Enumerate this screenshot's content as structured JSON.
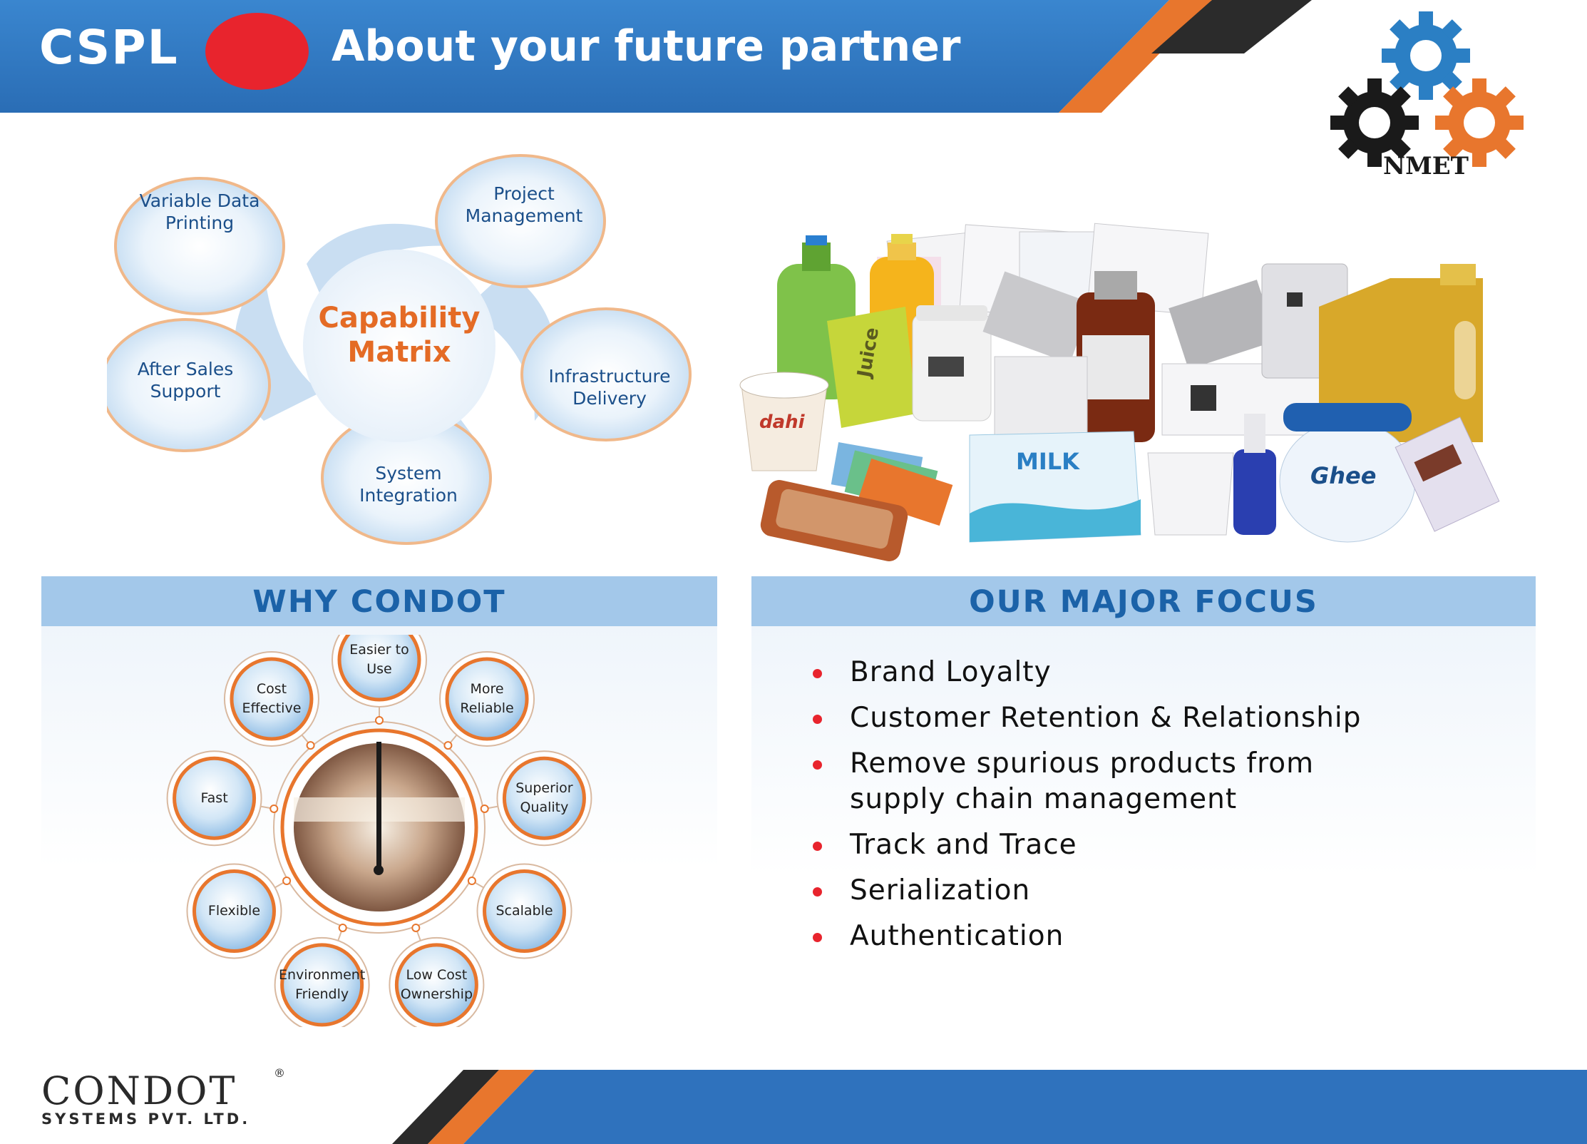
{
  "header": {
    "brand": "CSPL",
    "title": "About your future partner"
  },
  "nmet_logo": {
    "text": "NMET",
    "colors": [
      "#2b7fc4",
      "#1a1a1a",
      "#e8762d"
    ]
  },
  "capability_matrix": {
    "center": [
      "Capability",
      "Matrix"
    ],
    "petals": [
      {
        "lines": [
          "Variable Data",
          "Printing"
        ]
      },
      {
        "lines": [
          "Project",
          "Management"
        ]
      },
      {
        "lines": [
          "Infrastructure",
          "Delivery"
        ]
      },
      {
        "lines": [
          "System",
          "Integration"
        ]
      },
      {
        "lines": [
          "After Sales",
          "Support"
        ]
      }
    ]
  },
  "products": {
    "labels": {
      "milk": "MILK",
      "ghee": "Ghee",
      "dahi": "dahi",
      "juice": "Juice"
    }
  },
  "why_condot": {
    "heading": "WHY CONDOT",
    "items": [
      {
        "lines": [
          "Easier to",
          "Use"
        ]
      },
      {
        "lines": [
          "More",
          "Reliable"
        ]
      },
      {
        "lines": [
          "Superior",
          "Quality"
        ]
      },
      {
        "lines": [
          "Scalable"
        ]
      },
      {
        "lines": [
          "Low Cost",
          "Ownership"
        ]
      },
      {
        "lines": [
          "Environment",
          "Friendly"
        ]
      },
      {
        "lines": [
          "Flexible"
        ]
      },
      {
        "lines": [
          "Fast"
        ]
      },
      {
        "lines": [
          "Cost",
          "Effective"
        ]
      }
    ]
  },
  "major_focus": {
    "heading": "OUR MAJOR FOCUS",
    "items": [
      {
        "lines": [
          "Brand Loyalty"
        ]
      },
      {
        "lines": [
          "Customer Retention & Relationship"
        ]
      },
      {
        "lines": [
          "Remove spurious products from",
          "supply chain management"
        ]
      },
      {
        "lines": [
          "Track and Trace"
        ]
      },
      {
        "lines": [
          "Serialization"
        ]
      },
      {
        "lines": [
          "Authentication"
        ]
      }
    ]
  },
  "footer": {
    "brand": "CONDOT",
    "registered": "®",
    "subtitle": "SYSTEMS  PVT.  LTD."
  },
  "colors": {
    "blue": "#2f72bd",
    "orange": "#e8762d",
    "red": "#e8242d",
    "dark": "#2a2a2a"
  }
}
